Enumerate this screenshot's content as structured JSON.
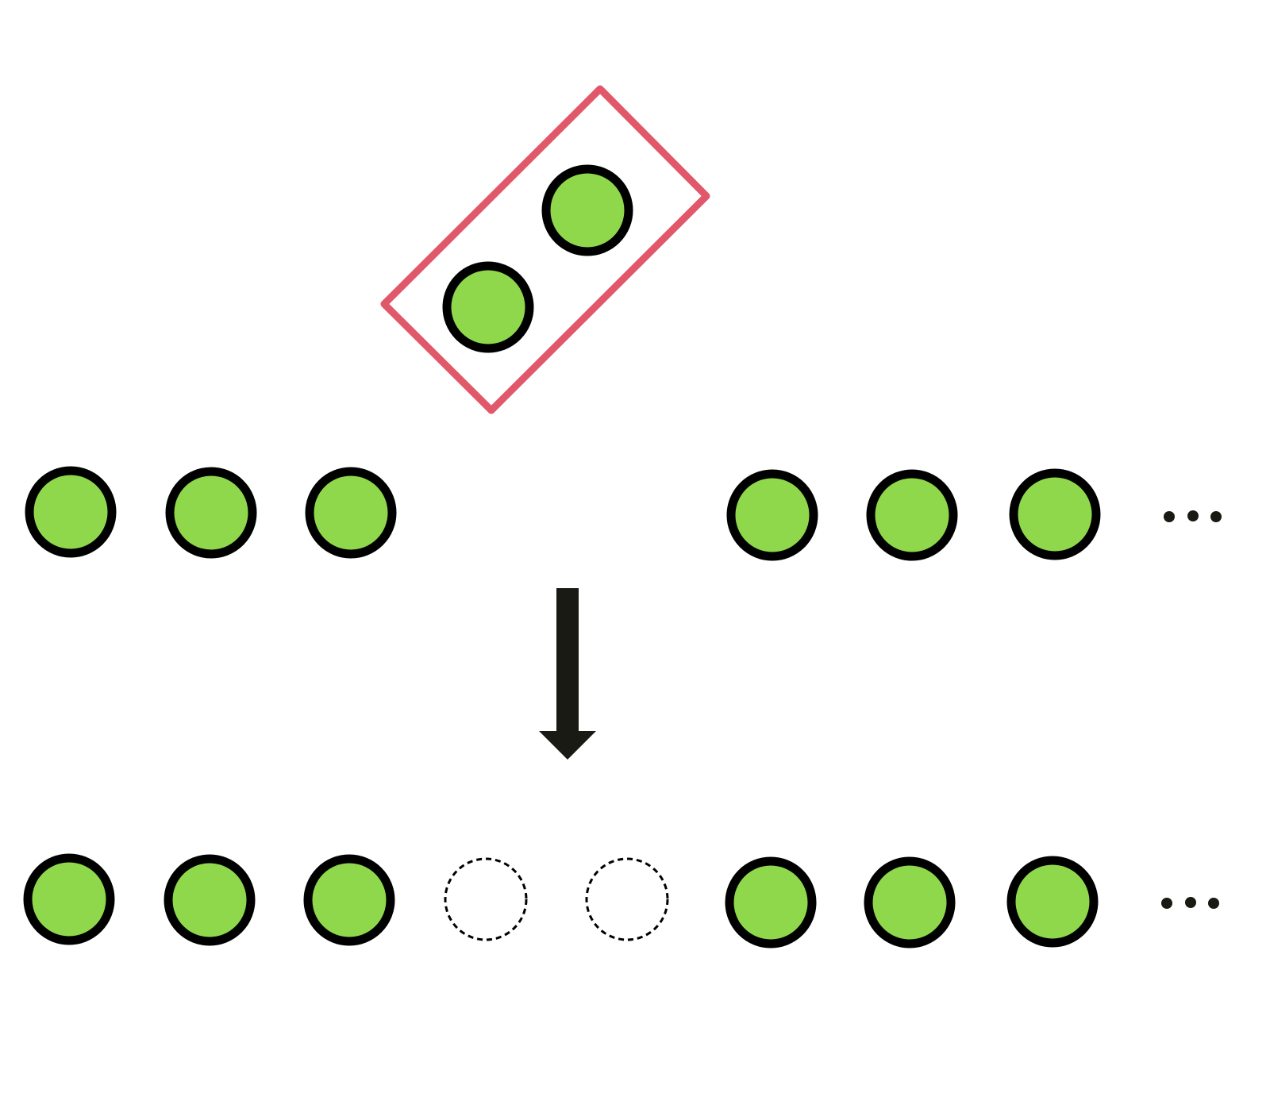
{
  "colors": {
    "node_fill": "#8fd84b",
    "node_stroke": "#000000",
    "group_box_stroke": "#e0586a",
    "arrow": "#1a1a14",
    "ellipsis": "#1a1a14",
    "background": "#ffffff"
  },
  "top_group": {
    "shape": "rotated-rectangle",
    "node_count": 2
  },
  "before_row": {
    "left_nodes": 3,
    "right_nodes": 3,
    "gap_slots": 2,
    "trailing_ellipsis": true
  },
  "arrow": {
    "direction": "down",
    "icon": "down-arrow-icon"
  },
  "after_row": {
    "left_nodes": 3,
    "empty_slots": 2,
    "empty_slot_style": "dashed",
    "right_nodes": 3,
    "trailing_ellipsis": true
  }
}
